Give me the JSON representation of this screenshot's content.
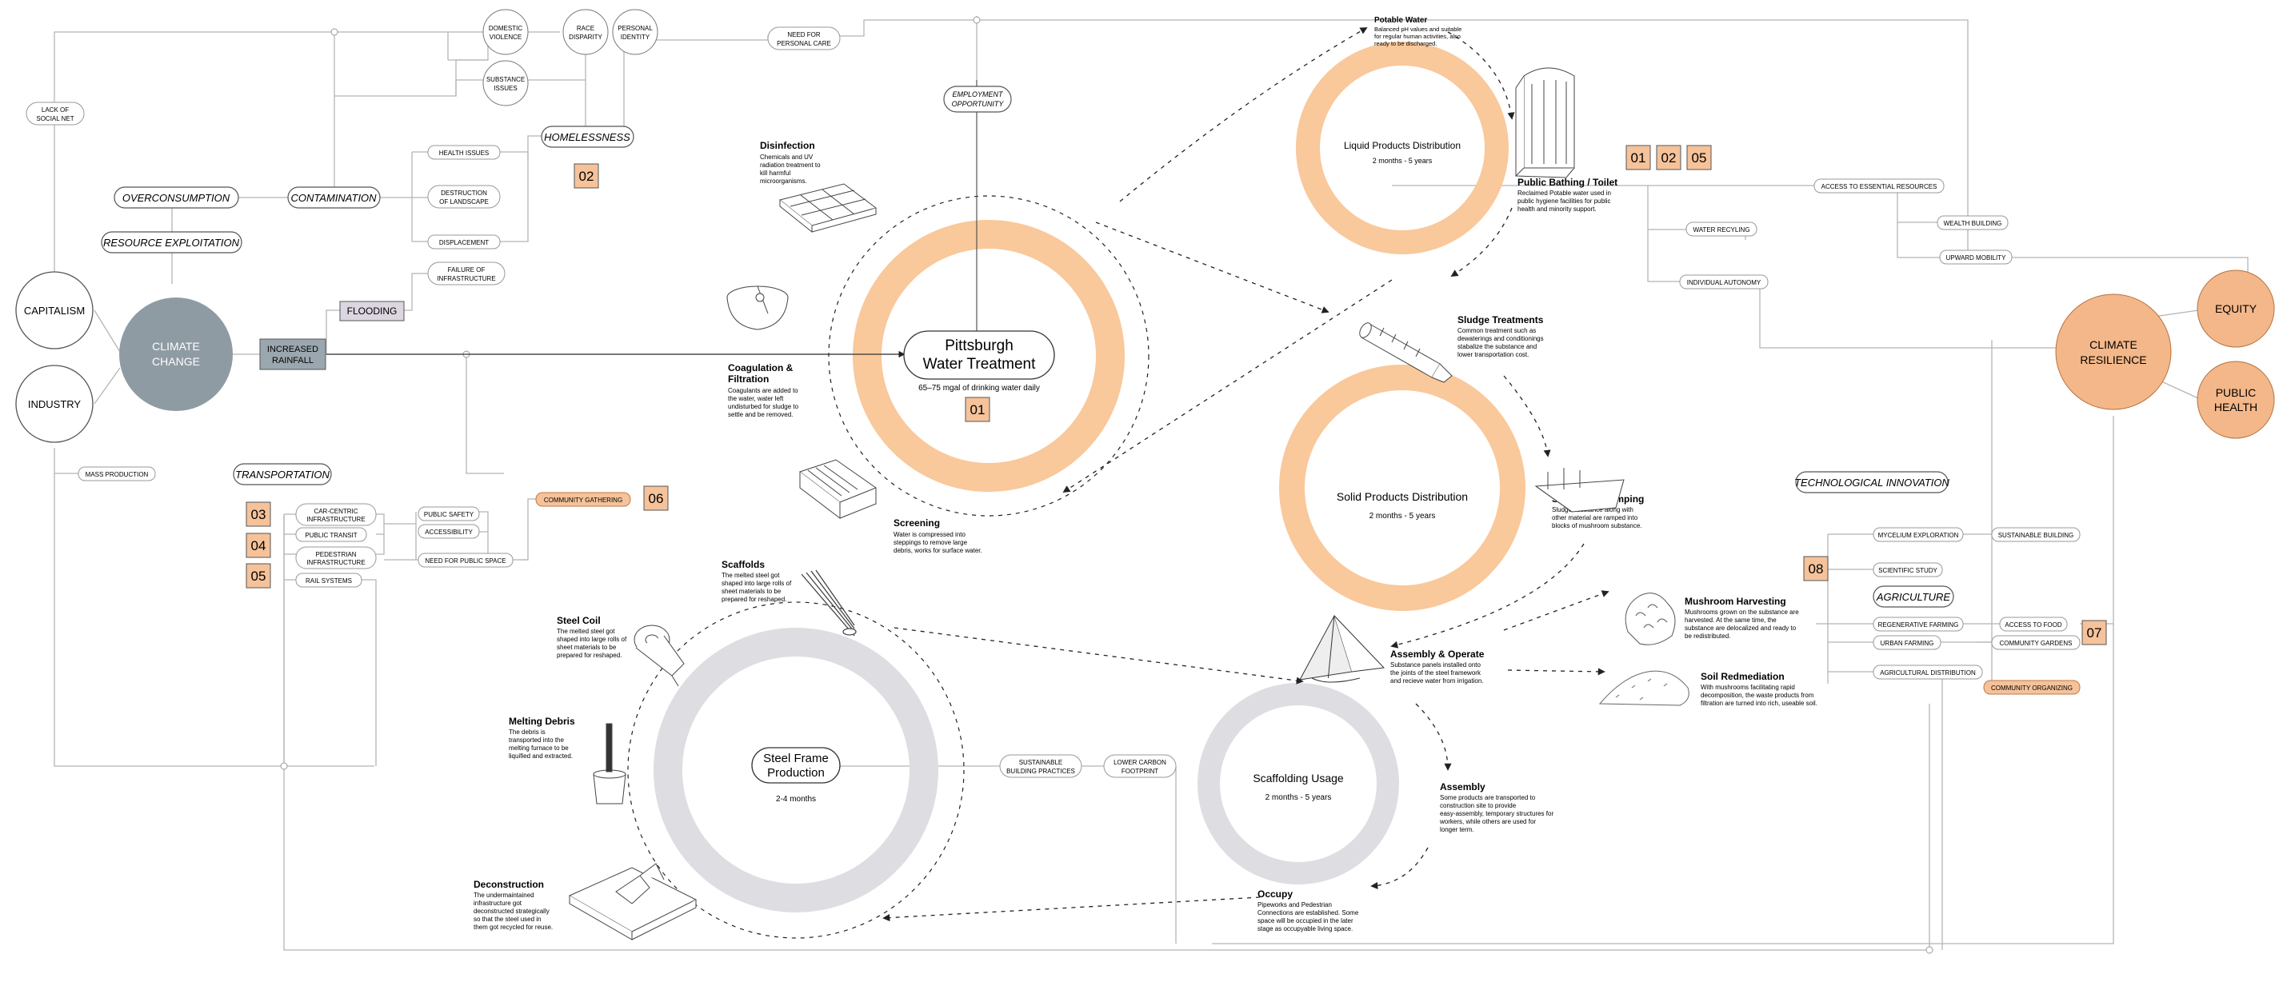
{
  "colors": {
    "orange_ring": "#f9c89b",
    "orange_fill": "#f4b789",
    "orange_box": "#f5c29a",
    "grey_ring": "#dedde2",
    "climate_grey": "#8f9ba3",
    "rainfall_grey": "#9ba7ae",
    "flood_lilac": "#dcd6e0",
    "line": "#b5b5b5",
    "text": "#222222"
  },
  "left_network": {
    "capitalism": "CAPITALISM",
    "industry": "INDUSTRY",
    "climate_change": [
      "CLIMATE",
      "CHANGE"
    ],
    "increased_rainfall": [
      "INCREASED",
      "RAINFALL"
    ],
    "flooding": "FLOODING",
    "overconsumption": "OVERCONSUMPTION",
    "resource_exploitation": "RESOURCE EXPLOITATION",
    "contamination": "CONTAMINATION",
    "homelessness": "HOMELESSNESS",
    "transportation": "TRANSPORTATION",
    "lack_social_net": [
      "LACK OF",
      "SOCIAL NET"
    ],
    "mass_production": "MASS PRODUCTION",
    "domestic_violence": [
      "DOMESTIC",
      "VIOLENCE"
    ],
    "substance_issues": [
      "SUBSTANCE",
      "ISSUES"
    ],
    "race_disparity": [
      "RACE",
      "DISPARITY"
    ],
    "personal_identity": [
      "PERSONAL",
      "IDENTITY"
    ],
    "need_personal_care": [
      "NEED FOR",
      "PERSONAL CARE"
    ],
    "health_issues": "HEALTH ISSUES",
    "destruction_landscape": [
      "DESTRUCTION",
      "OF LANDSCAPE"
    ],
    "displacement": "DISPLACEMENT",
    "failure_infrastructure": [
      "FAILURE OF",
      "INFRASTRUCTURE"
    ],
    "employment_opportunity": [
      "EMPLOYMENT",
      "OPPORTUNITY"
    ],
    "car_centric": [
      "CAR-CENTRIC",
      "INFRASTRUCTURE"
    ],
    "public_transit": "PUBLIC TRANSIT",
    "pedestrian": [
      "PEDESTRIAN",
      "INFRASTRUCTURE"
    ],
    "rail_systems": "RAIL SYSTEMS",
    "public_safety": "PUBLIC SAFETY",
    "accessibility": "ACCESSIBILITY",
    "need_public_space": "NEED FOR PUBLIC SPACE",
    "community_gathering": "COMMUNITY GATHERING"
  },
  "badges": {
    "b01_center": "01",
    "b02_homeless": "02",
    "b03": "03",
    "b04": "04",
    "b05": "05",
    "b06": "06",
    "b07": "07",
    "b08": "08",
    "top01": "01",
    "top02": "02",
    "top05": "05"
  },
  "water": {
    "title": [
      "Pittsburgh",
      "Water Treatment"
    ],
    "subtitle": "65–75 mgal of drinking water daily",
    "disinfection_title": "Disinfection",
    "disinfection_body": [
      "Chemicals and UV",
      "radiation treatment to",
      "kill harmful",
      "microorganisms."
    ],
    "coagulation_title": [
      "Coagulation &",
      "Filtration"
    ],
    "coagulation_body": [
      "Coagulants are added to",
      "the water, water left",
      "undisturbed for sludge to",
      "settle and be removed."
    ],
    "screening_title": "Screening",
    "screening_body": [
      "Water is compressed into",
      "steppings to remove large",
      "debris, works for surface water."
    ]
  },
  "liquid": {
    "title": "Liquid Products Distribution",
    "subtitle": "2 months - 5 years",
    "potable_title": "Potable Water",
    "potable_body": [
      "Balanced pH values and suitable",
      "for regular human activities, also",
      "ready to be discharged."
    ],
    "bathing_title": "Public Bathing / Toilet",
    "bathing_body": [
      "Reclaimed Potable water used in",
      "public hygiene facilities for public",
      "health and minority support."
    ]
  },
  "solid": {
    "title": "Solid Products Distribution",
    "subtitle": "2 months - 5 years",
    "sludge_title": "Sludge Treatments",
    "sludge_body": [
      "Common treatment such as",
      "dewaterings and conditionings",
      "stabalize the substance and",
      "lower transportation cost."
    ],
    "ramping_title": "Substance Ramping",
    "ramping_body": [
      "Sludge substance along with",
      "other material are ramped into",
      "blocks of mushroom substance."
    ]
  },
  "right": {
    "access_essential": "ACCESS TO ESSENTIAL RESOURCES",
    "wealth_building": "WEALTH BUILDING",
    "upward_mobility": "UPWARD MOBILITY",
    "water_recyling": "WATER RECYLING",
    "individual_autonomy": "INDIVIDUAL AUTONOMY",
    "climate_resilience": [
      "CLIMATE",
      "RESILIENCE"
    ],
    "equity": "EQUITY",
    "public_health": [
      "PUBLIC",
      "HEALTH"
    ],
    "tech_innovation": "TECHNOLOGICAL INNOVATION",
    "mycelium": "MYCELIUM EXPLORATION",
    "sustainable_building": "SUSTAINABLE BUILDING",
    "scientific_study": "SCIENTIFIC STUDY",
    "agriculture": "AGRICULTURE",
    "regenerative": "REGENERATIVE FARMING",
    "access_food": "ACCESS TO FOOD",
    "urban_farming": "URBAN FARMING",
    "community_gardens": "COMMUNITY GARDENS",
    "agricultural_distribution": "AGRICULTURAL DISTRIBUTION",
    "community_organizing": "COMMUNITY ORGANIZING",
    "mushroom_title": "Mushroom Harvesting",
    "mushroom_body": [
      "Mushrooms grown on the substance are",
      "harvested. At the same time, the",
      "substance are delocalized and ready to",
      "be redistributed."
    ],
    "soil_title": "Soil Redmediation",
    "soil_body": [
      "With mushrooms facilitating rapid",
      "decomposition, the waste products from",
      "filtration are turned into rich, useable soil."
    ]
  },
  "steel": {
    "title": [
      "Steel Frame",
      "Production"
    ],
    "subtitle": "2-4 months",
    "scaffolds_title": "Scaffolds",
    "scaffolds_body": [
      "The melted steel got",
      "shaped into large rolls of",
      "sheet materials to be",
      "prepared for reshaped."
    ],
    "coil_title": "Steel Coil",
    "coil_body": [
      "The melted steel got",
      "shaped into large rolls of",
      "sheet materials to be",
      "prepared for reshaped."
    ],
    "melting_title": "Melting Debris",
    "melting_body": [
      "The debris is",
      "transported into the",
      "melting furnace to be",
      "liquified and extracted."
    ],
    "decon_title": "Deconstruction",
    "decon_body": [
      "The undermaintained",
      "infrastructure got",
      "deconstructed strategically",
      "so that the steel used in",
      "them got recycled for reuse."
    ],
    "sustainable_practices": [
      "SUSTAINABLE",
      "BUILDING PRACTICES"
    ],
    "lower_carbon": [
      "LOWER CARBON",
      "FOOTPRINT"
    ]
  },
  "scaffold": {
    "title": "Scaffolding Usage",
    "subtitle": "2 months - 5 years",
    "assembly_operate_title": "Assembly & Operate",
    "assembly_operate_body": [
      "Substance panels installed onto",
      "the joints of the steel framework",
      "and recieve water from irrigation."
    ],
    "assembly_title": "Assembly",
    "assembly_body": [
      "Some products are transported to",
      "construction site to provide",
      "easy-assembly, temporary structures for",
      "workers, while others are used for",
      "longer term."
    ],
    "occupy_title": "Occupy",
    "occupy_body": [
      "Pipeworks and Pedestrian",
      "Connections are established. Some",
      "space will be occupied in the later",
      "stage as occupyable living space."
    ]
  }
}
